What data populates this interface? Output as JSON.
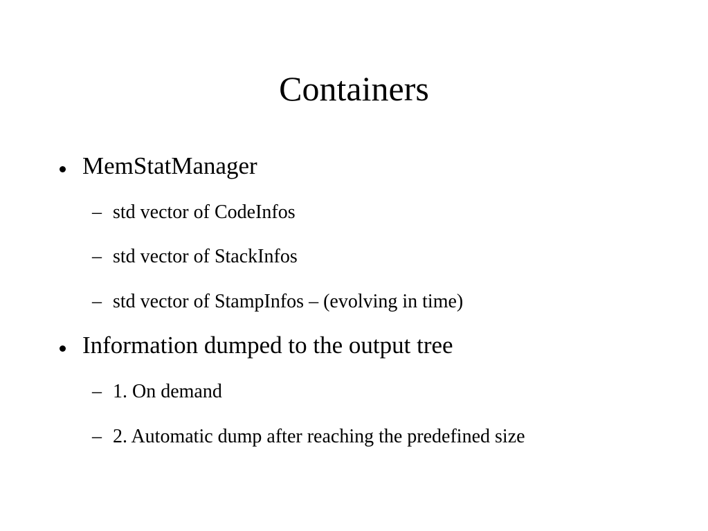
{
  "slide": {
    "title": "Containers",
    "bullets": [
      {
        "marker": "•",
        "text": "MemStatManager",
        "subitems": [
          {
            "marker": "–",
            "text": "std vector of CodeInfos"
          },
          {
            "marker": "–",
            "text": "std vector of StackInfos"
          },
          {
            "marker": "–",
            "text": "std vector of StampInfos – (evolving in time)"
          }
        ]
      },
      {
        "marker": "•",
        "text": "Information dumped to the output tree",
        "subitems": [
          {
            "marker": "–",
            "text": "1. On demand"
          },
          {
            "marker": "–",
            "text": "2. Automatic dump after reaching the predefined size"
          }
        ]
      }
    ]
  },
  "colors": {
    "background": "#ffffff",
    "text": "#000000"
  }
}
